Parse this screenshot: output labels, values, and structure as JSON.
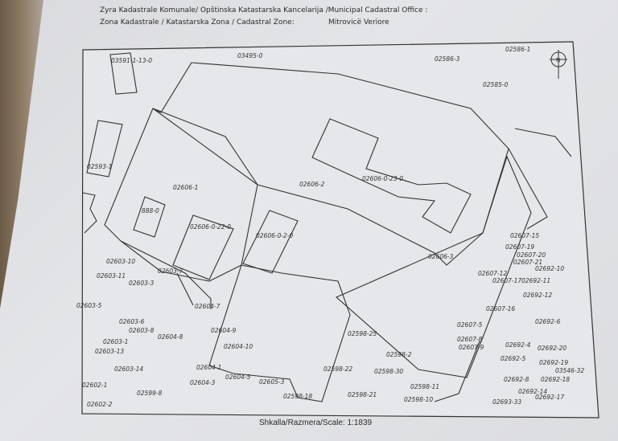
{
  "header": {
    "office": "Zyra Kadastrale Komunale/ Opštinska Katastarska Kancelarija /Municipal Cadastral Office :",
    "zone_label": "Zona Kadastrale / Katastarska Zona / Cadastral Zone:",
    "zone_value": "Mitrovicë Veriore"
  },
  "scale": "Shkalla/Razmera/Scale:   1:1839",
  "compass_letter": "N",
  "parcels": [
    "03591-1-13-0",
    "03495-0",
    "02586-3",
    "02586-1",
    "02585-0",
    "02593-1",
    "02606-1",
    "02606-2",
    "02606-0-23-0",
    "02606-0-22-0",
    "02606-0-2-0",
    "888-0",
    "02606-3",
    "02603-10",
    "02603-11",
    "02603-3",
    "02603-7",
    "02603-5",
    "02603-6",
    "02603-8",
    "02603-1",
    "02603-13",
    "02603-14",
    "02602-1",
    "02602-2",
    "02599-8",
    "02604-7",
    "02604-8",
    "02604-9",
    "02604-10",
    "02604-1",
    "02604-3",
    "02604-5",
    "02605-3",
    "02598-18",
    "02598-25",
    "02598-2",
    "02598-22",
    "02598-30",
    "02598-11",
    "02598-21",
    "02598-10",
    "02607-15",
    "02607-19",
    "02607-20",
    "02607-21",
    "02692-10",
    "02607-12",
    "02607-17",
    "02692-11",
    "02692-12",
    "02607-16",
    "02692-6",
    "02607-5",
    "02607-8",
    "02607-9",
    "02692-4",
    "02692-5",
    "02692-20",
    "02692-19",
    "03546-32",
    "02692-8",
    "02692-18",
    "02692-14",
    "02692-17",
    "02693-33"
  ]
}
